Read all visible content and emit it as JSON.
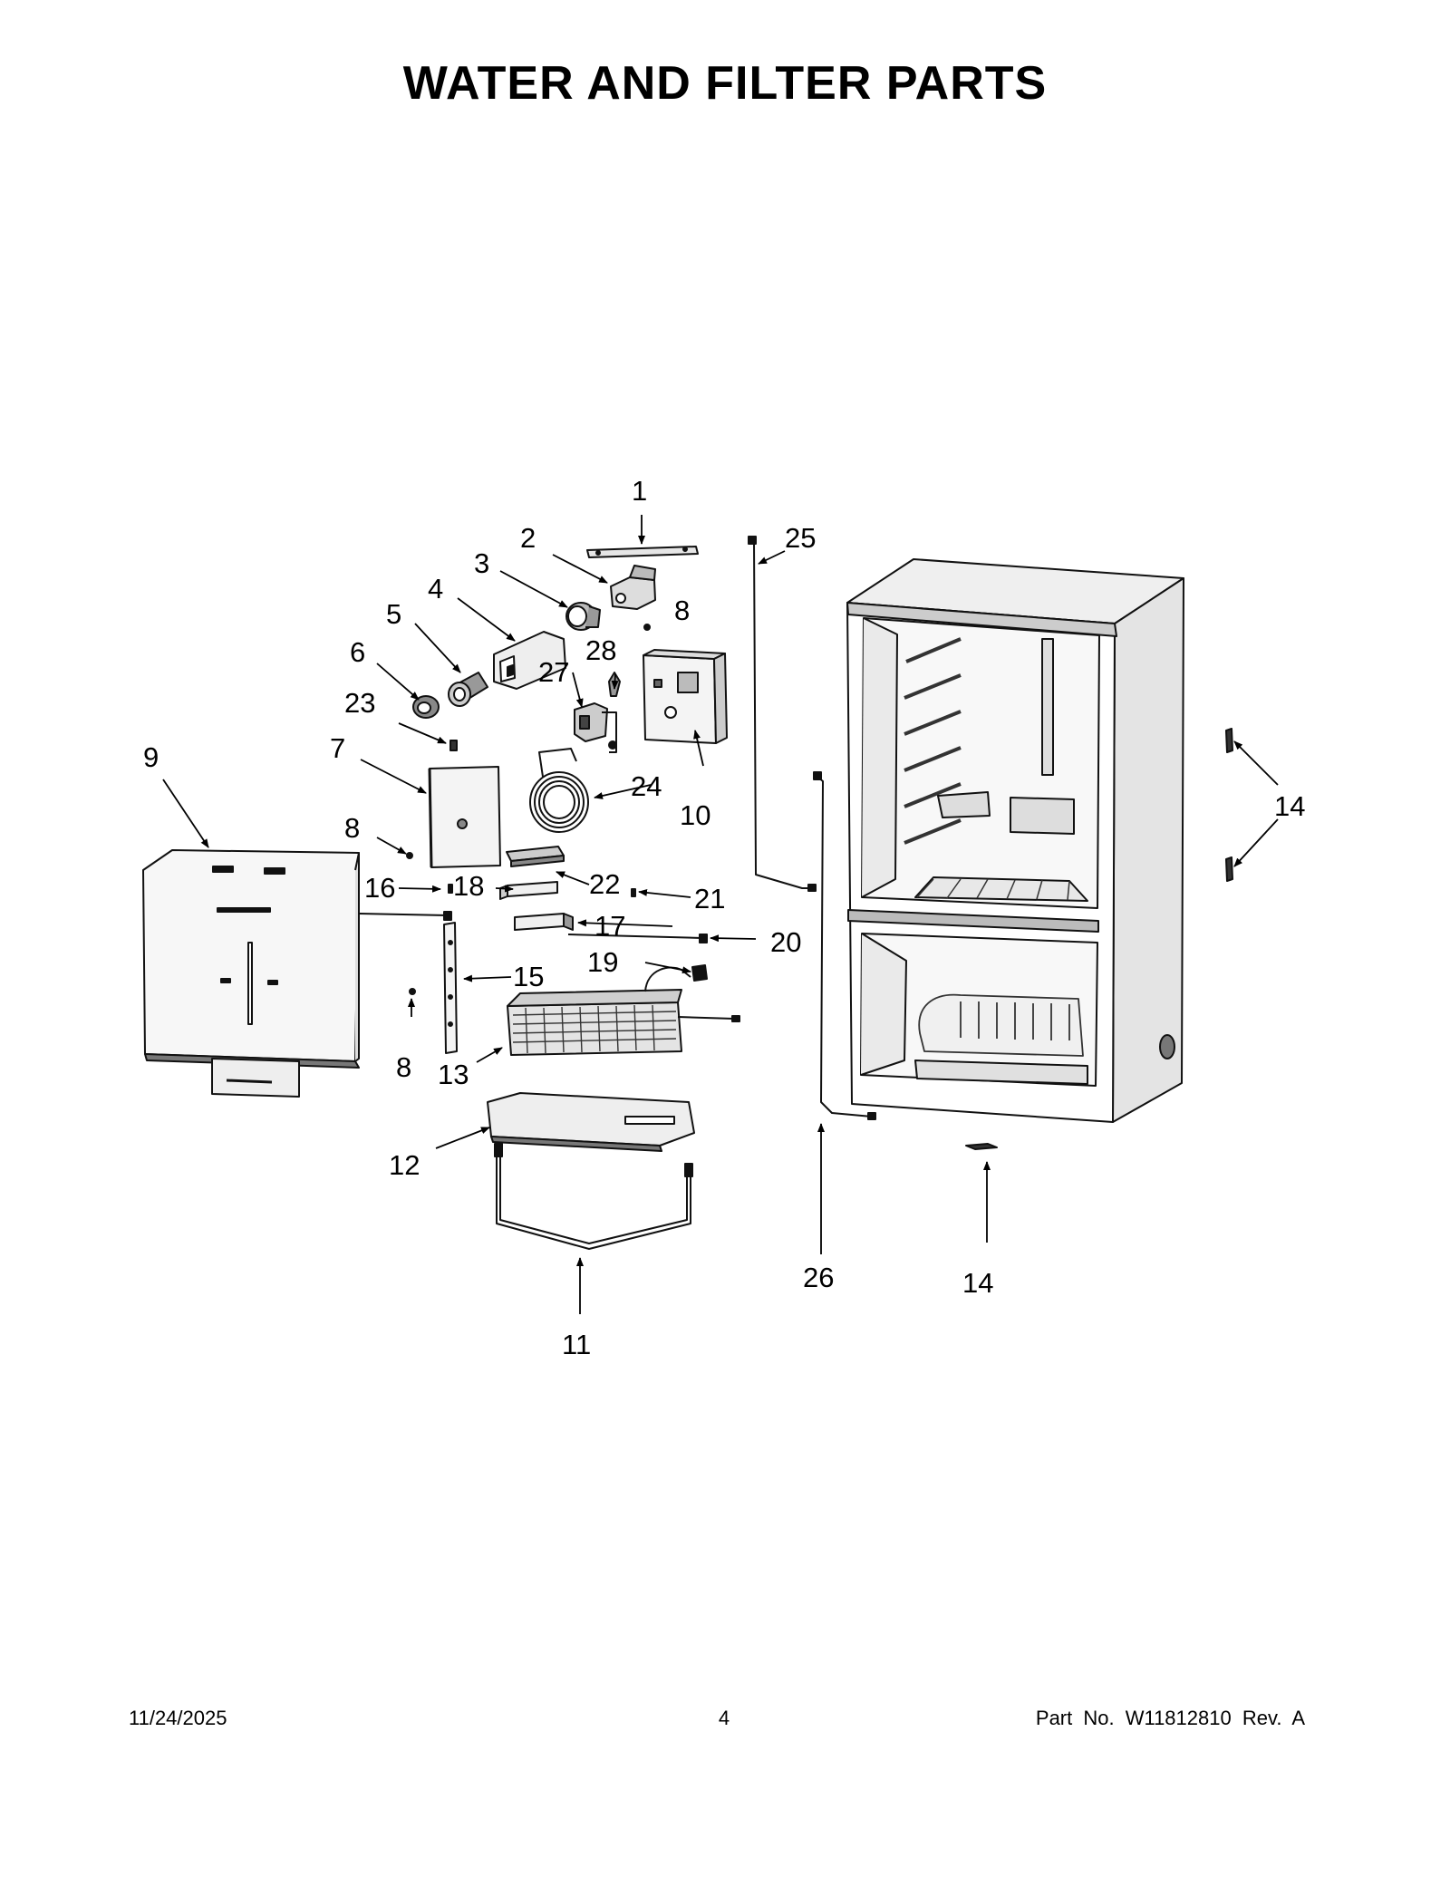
{
  "title": "WATER AND FILTER PARTS",
  "callouts": [
    "1",
    "2",
    "3",
    "4",
    "5",
    "6",
    "7",
    "8",
    "9",
    "10",
    "11",
    "12",
    "13",
    "14",
    "15",
    "16",
    "17",
    "18",
    "19",
    "20",
    "21",
    "22",
    "23",
    "24",
    "25",
    "26",
    "27",
    "28"
  ],
  "footer": {
    "date": "11/24/2025",
    "page": "4",
    "part_number": "Part No.  W11812810  Rev.  A"
  }
}
